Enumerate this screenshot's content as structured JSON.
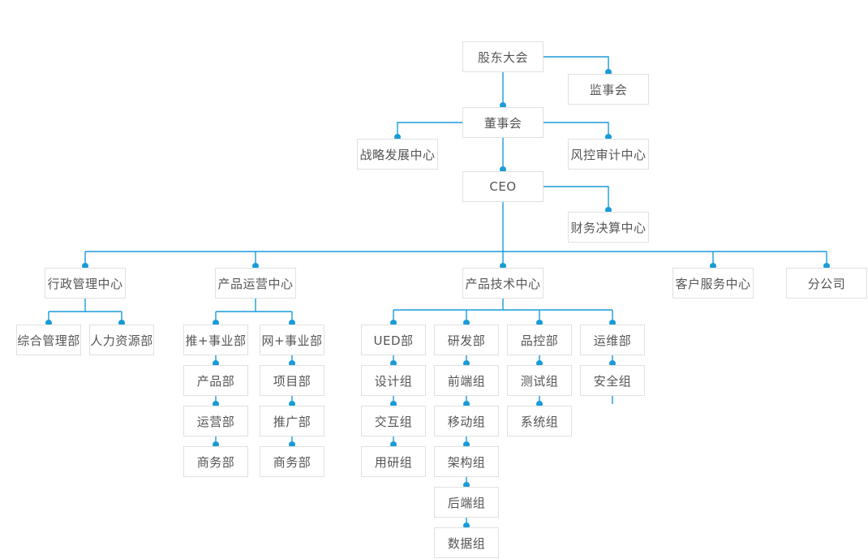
{
  "diagram": {
    "type": "org-chart",
    "accent_color": "#189cd8",
    "node_fill_color": "#ffffff",
    "node_border_color": "#e0e0e0",
    "node_text_color": "#555555",
    "background_color": "#ffffff",
    "nodes": [
      {
        "id": "shareholders",
        "label": "股东大会"
      },
      {
        "id": "supervisory",
        "label": "监事会"
      },
      {
        "id": "board",
        "label": "董事会"
      },
      {
        "id": "strategy",
        "label": "战略发展中心"
      },
      {
        "id": "risk",
        "label": "风控审计中心"
      },
      {
        "id": "ceo",
        "label": "CEO"
      },
      {
        "id": "finance",
        "label": "财务决算中心"
      },
      {
        "id": "admin",
        "label": "行政管理中心"
      },
      {
        "id": "ops",
        "label": "产品运营中心"
      },
      {
        "id": "tech",
        "label": "产品技术中心"
      },
      {
        "id": "service",
        "label": "客户服务中心"
      },
      {
        "id": "branch",
        "label": "分公司"
      },
      {
        "id": "general",
        "label": "综合管理部"
      },
      {
        "id": "hr",
        "label": "人力资源部"
      },
      {
        "id": "tui",
        "label": "推+事业部"
      },
      {
        "id": "wang",
        "label": "网+事业部"
      },
      {
        "id": "ued",
        "label": "UED部"
      },
      {
        "id": "rd",
        "label": "研发部"
      },
      {
        "id": "qc",
        "label": "品控部"
      },
      {
        "id": "devops",
        "label": "运维部"
      },
      {
        "id": "product",
        "label": "产品部"
      },
      {
        "id": "operation",
        "label": "运营部"
      },
      {
        "id": "biz1",
        "label": "商务部"
      },
      {
        "id": "project",
        "label": "项目部"
      },
      {
        "id": "promotion",
        "label": "推广部"
      },
      {
        "id": "biz2",
        "label": "商务部"
      },
      {
        "id": "design",
        "label": "设计组"
      },
      {
        "id": "interaction",
        "label": "交互组"
      },
      {
        "id": "research",
        "label": "用研组"
      },
      {
        "id": "frontend",
        "label": "前端组"
      },
      {
        "id": "mobile",
        "label": "移动组"
      },
      {
        "id": "arch",
        "label": "架构组"
      },
      {
        "id": "backend",
        "label": "后端组"
      },
      {
        "id": "data",
        "label": "数据组"
      },
      {
        "id": "test",
        "label": "测试组"
      },
      {
        "id": "system",
        "label": "系统组"
      },
      {
        "id": "security",
        "label": "安全组"
      }
    ],
    "links": [
      {
        "parent": "shareholders",
        "children": [
          "supervisory"
        ],
        "shape": "elbow-right"
      },
      {
        "parent": "shareholders",
        "children": [
          "board"
        ],
        "shape": "drop"
      },
      {
        "parent": "board",
        "children": [
          "strategy"
        ],
        "shape": "elbow-left"
      },
      {
        "parent": "board",
        "children": [
          "risk"
        ],
        "shape": "elbow-right"
      },
      {
        "parent": "board",
        "children": [
          "ceo"
        ],
        "shape": "drop"
      },
      {
        "parent": "ceo",
        "children": [
          "finance"
        ],
        "shape": "elbow-right"
      },
      {
        "parent": "ceo",
        "children": [
          "admin",
          "ops",
          "tech",
          "service",
          "branch"
        ],
        "shape": "fork"
      },
      {
        "parent": "admin",
        "children": [
          "general",
          "hr"
        ],
        "shape": "fork"
      },
      {
        "parent": "ops",
        "children": [
          "tui",
          "wang"
        ],
        "shape": "fork"
      },
      {
        "parent": "tech",
        "children": [
          "ued",
          "rd",
          "qc",
          "devops"
        ],
        "shape": "fork"
      },
      {
        "parent": "tui",
        "children": [
          "product"
        ],
        "shape": "drop"
      },
      {
        "parent": "product",
        "children": [
          "operation"
        ],
        "shape": "drop"
      },
      {
        "parent": "operation",
        "children": [
          "biz1"
        ],
        "shape": "drop"
      },
      {
        "parent": "wang",
        "children": [
          "project"
        ],
        "shape": "drop"
      },
      {
        "parent": "project",
        "children": [
          "promotion"
        ],
        "shape": "drop"
      },
      {
        "parent": "promotion",
        "children": [
          "biz2"
        ],
        "shape": "drop"
      },
      {
        "parent": "ued",
        "children": [
          "design"
        ],
        "shape": "drop"
      },
      {
        "parent": "design",
        "children": [
          "interaction"
        ],
        "shape": "drop"
      },
      {
        "parent": "interaction",
        "children": [
          "research"
        ],
        "shape": "drop"
      },
      {
        "parent": "rd",
        "children": [
          "frontend"
        ],
        "shape": "drop"
      },
      {
        "parent": "frontend",
        "children": [
          "mobile"
        ],
        "shape": "drop"
      },
      {
        "parent": "mobile",
        "children": [
          "arch"
        ],
        "shape": "drop"
      },
      {
        "parent": "arch",
        "children": [
          "backend"
        ],
        "shape": "drop"
      },
      {
        "parent": "backend",
        "children": [
          "data"
        ],
        "shape": "drop"
      },
      {
        "parent": "qc",
        "children": [
          "test"
        ],
        "shape": "drop"
      },
      {
        "parent": "devops",
        "children": [
          "system"
        ],
        "shape": "drop"
      },
      {
        "parent": "system",
        "children": [
          "security"
        ],
        "shape": "drop"
      }
    ]
  }
}
